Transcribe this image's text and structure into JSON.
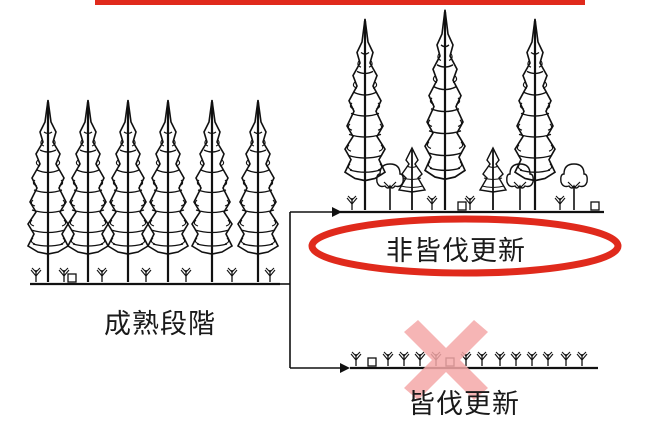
{
  "labels": {
    "mature_stage": "成熟段階",
    "non_clearcut_regeneration": "非皆伐更新",
    "clearcut_regeneration": "皆伐更新"
  },
  "highlight": {
    "circle_color": "#e02a1c",
    "cross_color": "#f4a8a8"
  },
  "icons": {
    "trees": "conifer-tree-icon",
    "broadleaf": "broadleaf-tree-icon",
    "stump": "stump-icon",
    "seedling": "seedling-icon"
  }
}
